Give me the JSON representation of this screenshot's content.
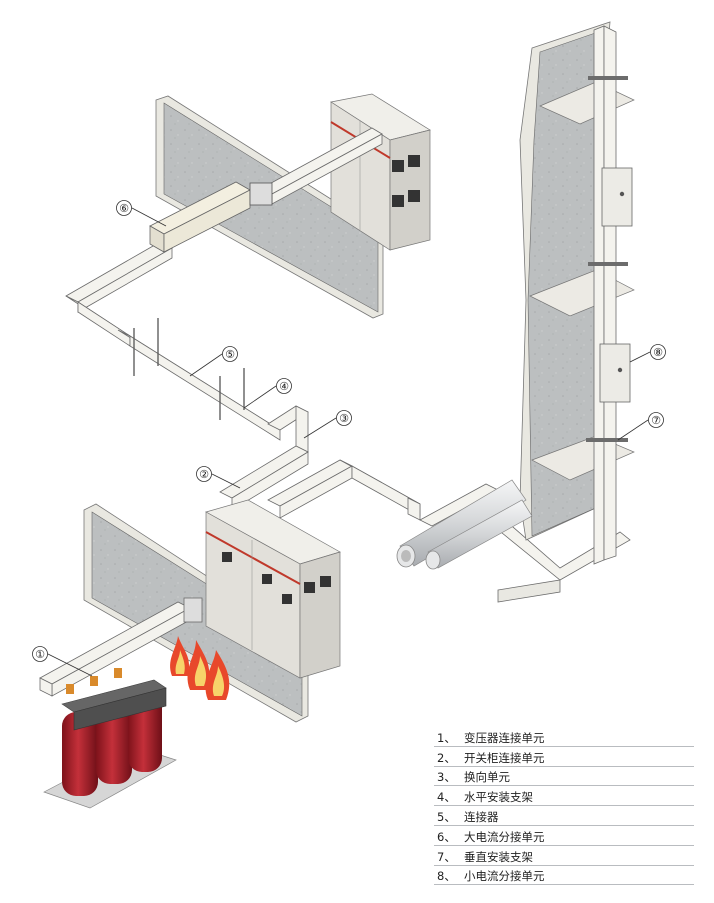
{
  "callouts": [
    {
      "num": "①"
    },
    {
      "num": "②"
    },
    {
      "num": "③"
    },
    {
      "num": "④"
    },
    {
      "num": "⑤"
    },
    {
      "num": "⑥"
    },
    {
      "num": "⑦"
    },
    {
      "num": "⑧"
    }
  ],
  "legend": [
    {
      "num": "1、",
      "label": "变压器连接单元"
    },
    {
      "num": "2、",
      "label": "开关柜连接单元"
    },
    {
      "num": "3、",
      "label": "换向单元"
    },
    {
      "num": "4、",
      "label": "水平安装支架"
    },
    {
      "num": "5、",
      "label": "连接器"
    },
    {
      "num": "6、",
      "label": "大电流分接单元"
    },
    {
      "num": "7、",
      "label": "垂直安装支架"
    },
    {
      "num": "8、",
      "label": "小电流分接单元"
    }
  ],
  "colors": {
    "wall": "#b9bcbd",
    "wall_edge": "#e8e8e2",
    "busway": "#f4f3ee",
    "busway_edge": "#6b6b6b",
    "cabinet": "#e4e2dc",
    "transformer_coil": "#b3202a",
    "transformer_core": "#555555",
    "flame": "#e8482b",
    "pipe": "#d9dbdd"
  }
}
